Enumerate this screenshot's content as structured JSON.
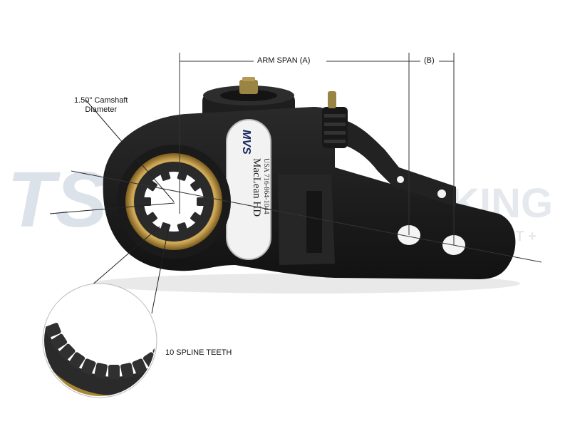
{
  "annotations": {
    "camshaft_line1": "1.50\" Camshaft",
    "camshaft_line2": "Diameter",
    "arm_span": "ARM SPAN (A)",
    "b_dimension": "(B)",
    "spline_teeth": "10 SPLINE TEETH"
  },
  "product_plate": {
    "logo": "MVS",
    "brand": "MacLean HD",
    "phone": "USA 716-864-1044"
  },
  "watermark": {
    "text": "TS TRUCKING",
    "tail": "ST +"
  },
  "colors": {
    "arm_body": "#1c1c1c",
    "brass_ring": "#b9923e",
    "watermark": "#d3dbe3",
    "plate": "#f3f3f3"
  }
}
